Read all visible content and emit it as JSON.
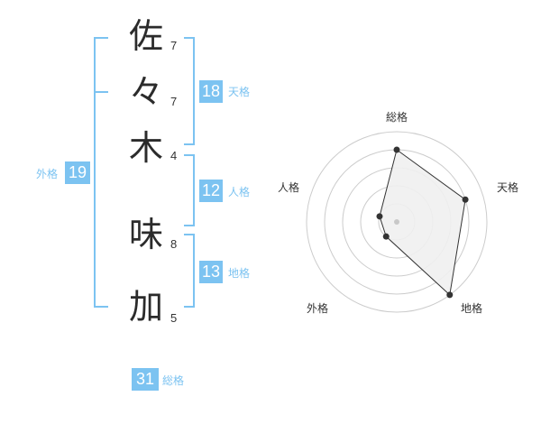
{
  "name": {
    "characters": [
      {
        "char": "佐",
        "strokes": "7"
      },
      {
        "char": "々",
        "strokes": "7"
      },
      {
        "char": "木",
        "strokes": "4"
      },
      {
        "char": "味",
        "strokes": "8"
      },
      {
        "char": "加",
        "strokes": "5"
      }
    ]
  },
  "fortune": {
    "tenkaku": {
      "value": "18",
      "label": "天格"
    },
    "jinkaku": {
      "value": "12",
      "label": "人格"
    },
    "chikaku": {
      "value": "13",
      "label": "地格"
    },
    "gaikaku": {
      "value": "19",
      "label": "外格"
    },
    "soukaku": {
      "value": "31",
      "label": "総格"
    }
  },
  "chart_data": {
    "type": "radar",
    "axes": [
      "総格",
      "天格",
      "地格",
      "外格",
      "人格"
    ],
    "values": [
      4,
      4,
      5,
      1,
      1
    ],
    "max": 5,
    "rings": 5,
    "colors": {
      "line": "#333333",
      "fill": "#f0f0f0",
      "grid": "#cccccc",
      "center": "#c8c8c8"
    }
  },
  "colors": {
    "accent": "#7cc3f1",
    "text": "#2b2b2b"
  }
}
